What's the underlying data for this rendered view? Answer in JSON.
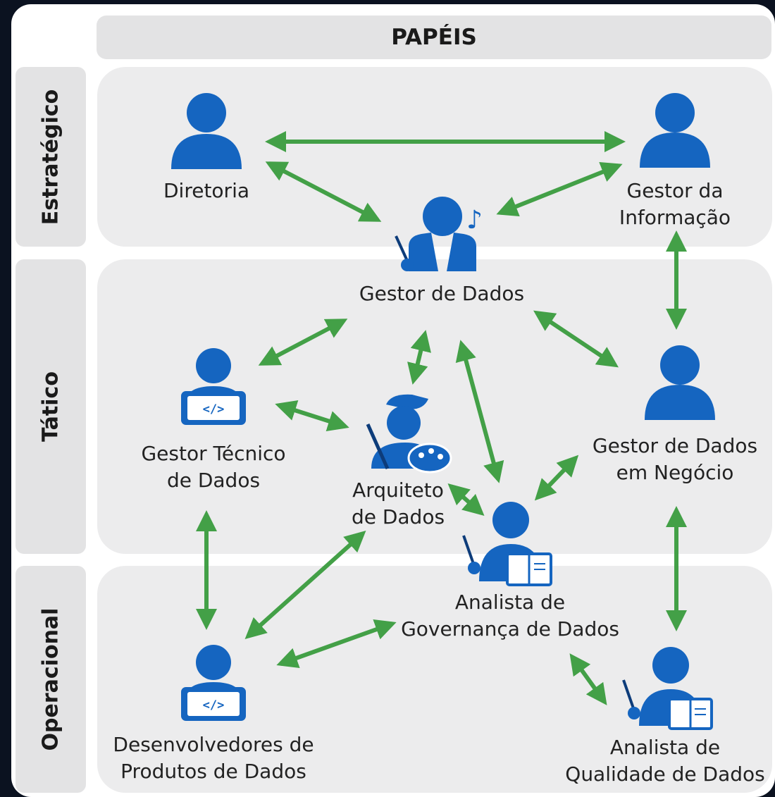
{
  "header": {
    "title": "PAPÉIS"
  },
  "tiers": {
    "strategic": "Estratégico",
    "tactical": "Tático",
    "operational": "Operacional"
  },
  "roles": {
    "diretoria": "Diretoria",
    "gestor_informacao": "Gestor da\nInformação",
    "gestor_dados": "Gestor de Dados",
    "gestor_tecnico": "Gestor Técnico\nde Dados",
    "arquiteto": "Arquiteto\nde Dados",
    "gestor_negocio": "Gestor de Dados\nem Negócio",
    "analista_governanca": "Analista de\nGovernança de Dados",
    "desenvolvedores": "Desenvolvedores de\nProdutos de Dados",
    "analista_qualidade": "Analista de\nQualidade de Dados"
  },
  "colors": {
    "icon": "#1565c0",
    "arrow": "#43a047",
    "band": "#ececed"
  }
}
